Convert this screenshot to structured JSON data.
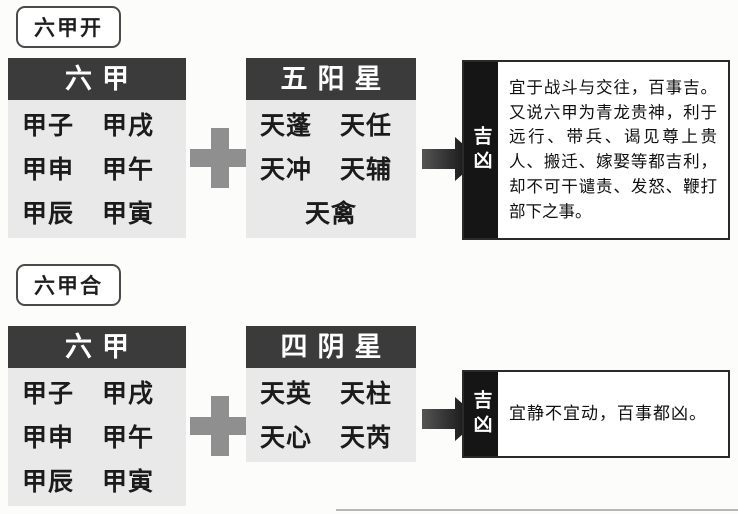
{
  "sections": [
    {
      "label": "六甲开",
      "left": {
        "header": "六甲",
        "rows": [
          [
            "甲子",
            "甲戌"
          ],
          [
            "甲申",
            "甲午"
          ],
          [
            "甲辰",
            "甲寅"
          ]
        ]
      },
      "right": {
        "header": "五阳星",
        "rows": [
          [
            "天蓬",
            "天任"
          ],
          [
            "天冲",
            "天辅"
          ],
          [
            "天禽"
          ]
        ]
      },
      "result": {
        "band": "吉凶",
        "text": "宜于战斗与交往，百事吉。又说六甲为青龙贵神，利于远行、带兵、谒见尊上贵人、搬迁、嫁娶等都吉利，却不可干谴责、发怒、鞭打部下之事。"
      }
    },
    {
      "label": "六甲合",
      "left": {
        "header": "六甲",
        "rows": [
          [
            "甲子",
            "甲戌"
          ],
          [
            "甲申",
            "甲午"
          ],
          [
            "甲辰",
            "甲寅"
          ]
        ]
      },
      "right": {
        "header": "四阴星",
        "rows": [
          [
            "天英",
            "天柱"
          ],
          [
            "天心",
            "天芮"
          ]
        ]
      },
      "result": {
        "band": "吉凶",
        "text": "宜静不宜动，百事都凶。"
      }
    }
  ],
  "colors": {
    "table_header_bg": "#3b3b3b",
    "table_body_bg": "#e9e9e9",
    "plus": "#8f8f8f",
    "arrow": "#1a1a1a",
    "band_bg": "#151515",
    "box_border": "#2a2a2a"
  }
}
